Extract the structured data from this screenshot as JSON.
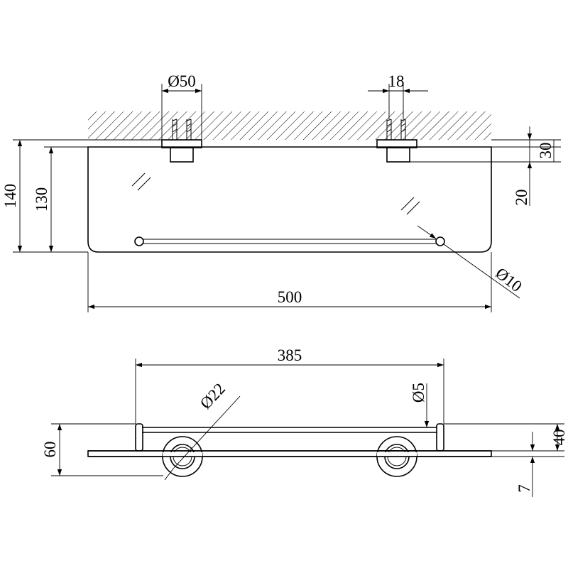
{
  "top_view": {
    "mount_diameter": "Ø50",
    "screw_spacing": "18",
    "total_height": "140",
    "glass_height": "130",
    "width": "500",
    "rail_diameter": "Ø10",
    "mount_offset": "30",
    "mount_depth": "20"
  },
  "front_view": {
    "rail_span": "385",
    "rod_diameter": "Ø22",
    "rail_wire_diameter": "Ø5",
    "total_depth": "60",
    "rail_height": "40",
    "glass_thickness": "7"
  }
}
